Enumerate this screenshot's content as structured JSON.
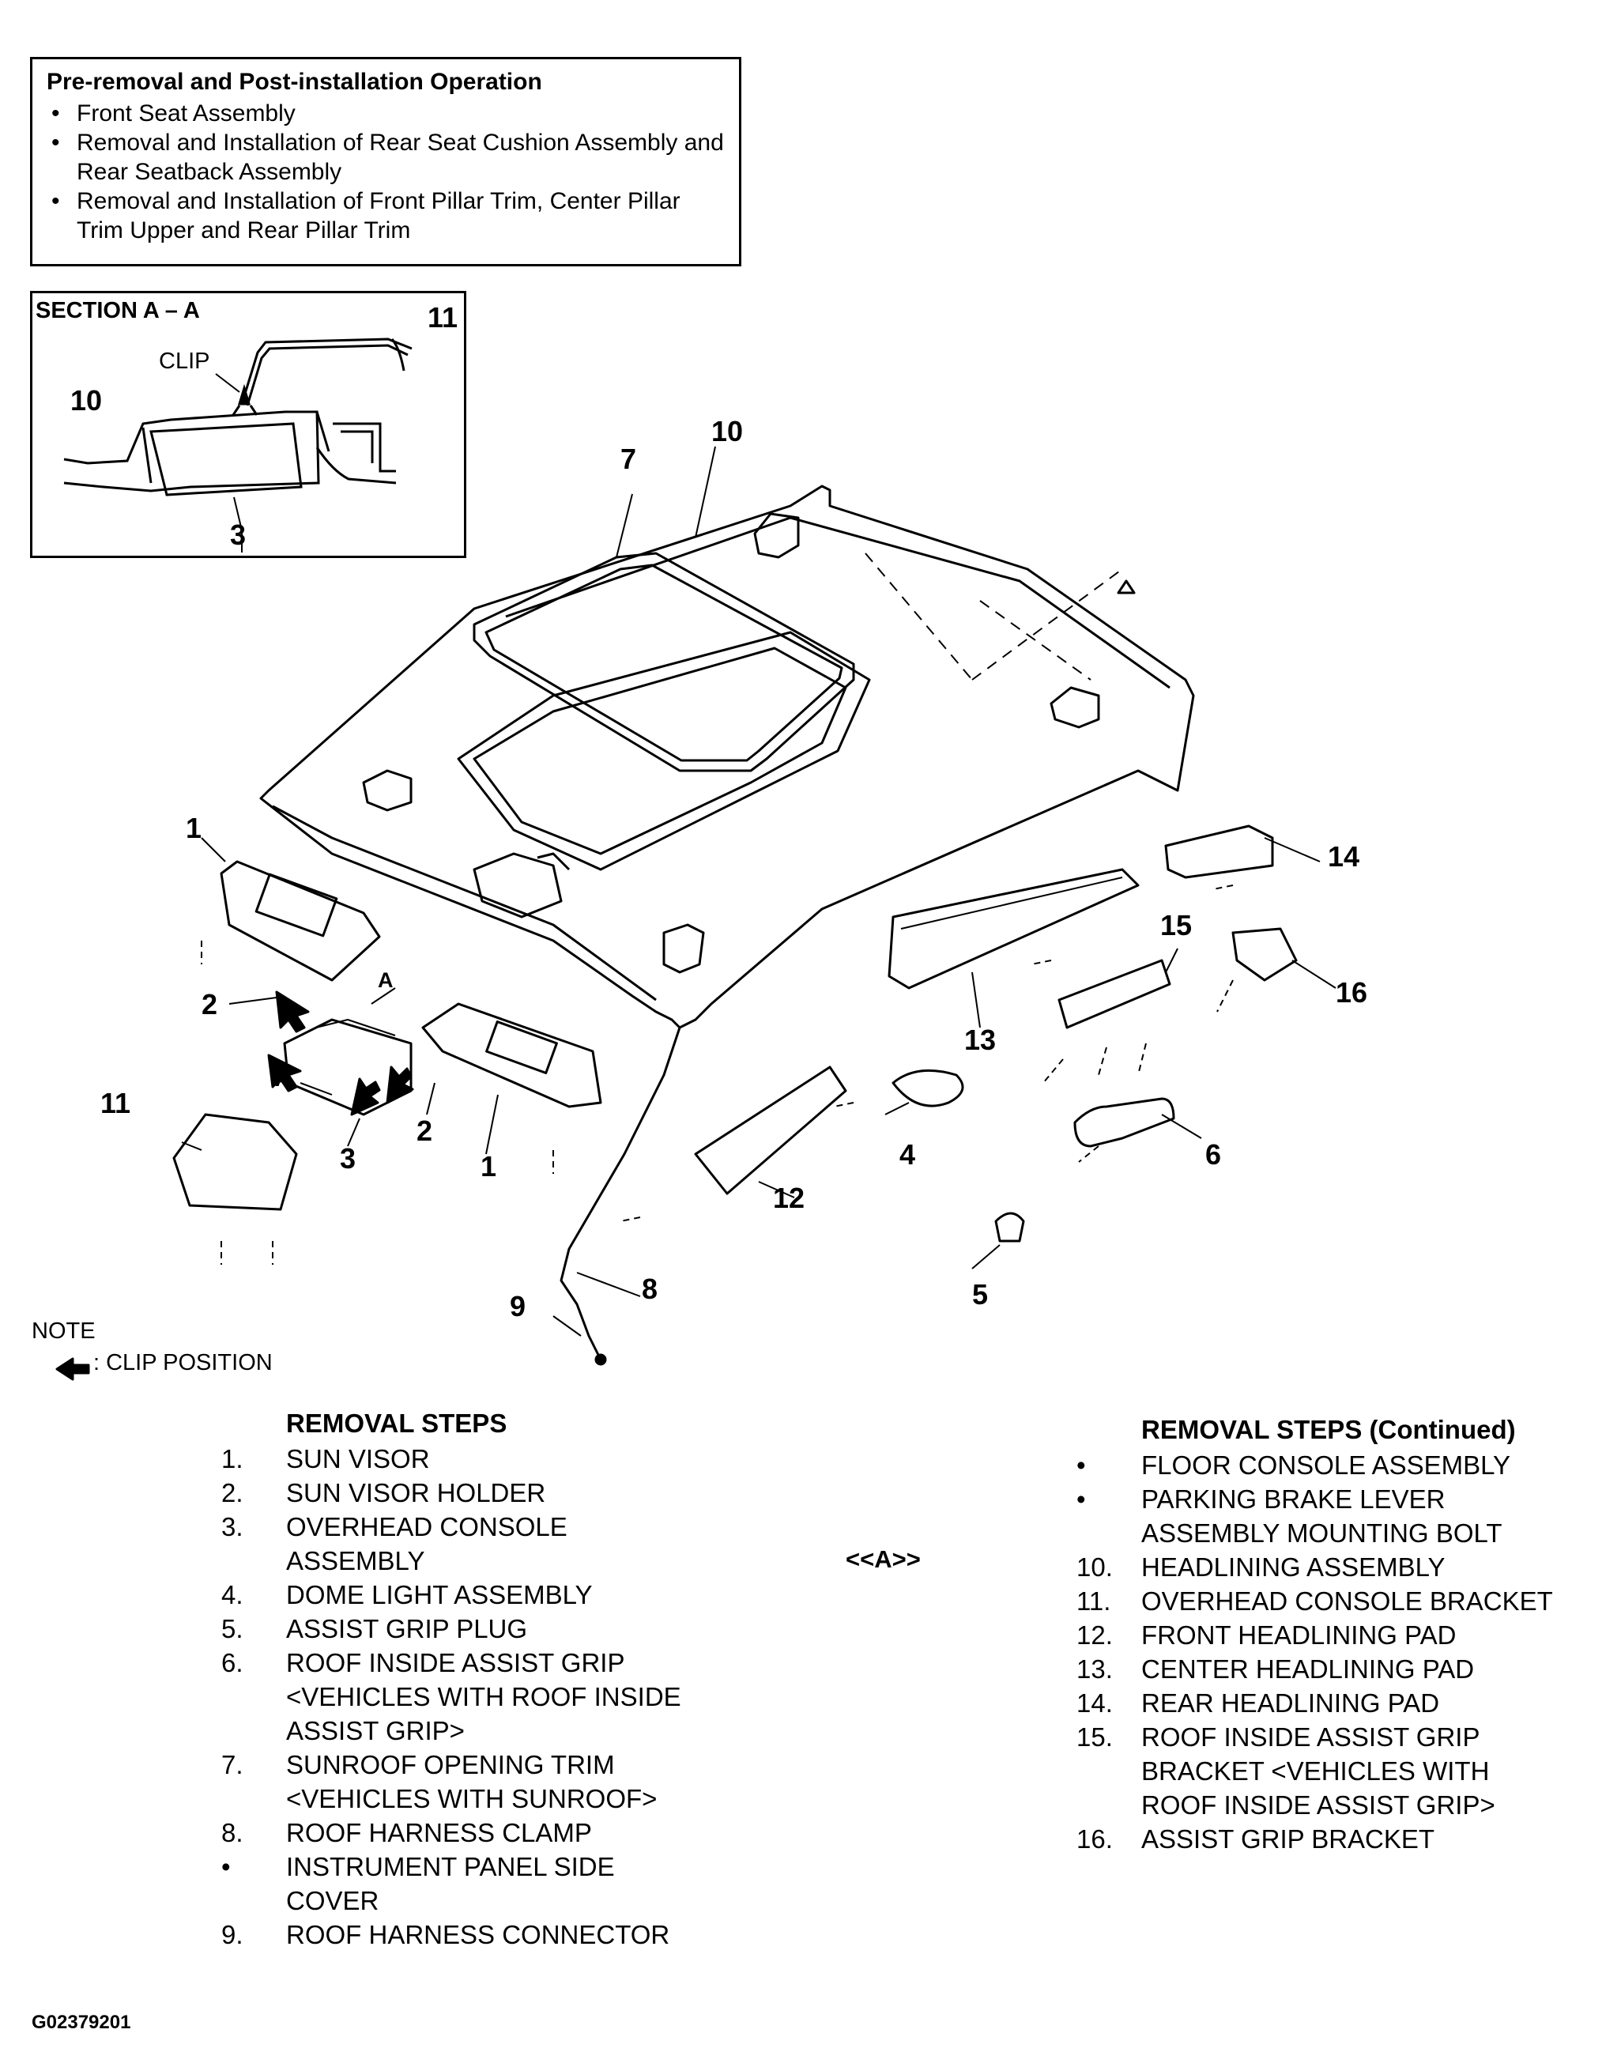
{
  "pre_removal": {
    "title": "Pre-removal and Post-installation Operation",
    "items": [
      "Front Seat Assembly",
      "Removal and Installation of Rear Seat Cushion Assembly and Rear Seatback Assembly",
      "Removal and Installation of Front Pillar Trim, Center Pillar Trim Upper and Rear Pillar Trim"
    ]
  },
  "section": {
    "title": "SECTION A – A",
    "clip_label": "CLIP",
    "callouts": [
      "11",
      "10",
      "3"
    ]
  },
  "diagram": {
    "callouts": {
      "c1a": "1",
      "c1b": "1",
      "c2a": "2",
      "c2b": "2",
      "c3": "3",
      "c4": "4",
      "c5": "5",
      "c6": "6",
      "c7": "7",
      "c8": "8",
      "c9": "9",
      "c10": "10",
      "c11": "11",
      "c12": "12",
      "c13": "13",
      "c14": "14",
      "c15": "15",
      "c16": "16",
      "a_top": "A",
      "a_bottom": "A"
    }
  },
  "note": {
    "title": "NOTE",
    "legend": ": CLIP POSITION"
  },
  "steps_left": {
    "header": "REMOVAL STEPS",
    "rows": [
      {
        "num": "1.",
        "text": "SUN VISOR"
      },
      {
        "num": "2.",
        "text": "SUN VISOR HOLDER"
      },
      {
        "num": "3.",
        "text": "OVERHEAD CONSOLE"
      },
      {
        "num": "",
        "text": "ASSEMBLY"
      },
      {
        "num": "4.",
        "text": "DOME LIGHT ASSEMBLY"
      },
      {
        "num": "5.",
        "text": "ASSIST GRIP PLUG"
      },
      {
        "num": "6.",
        "text": "ROOF INSIDE ASSIST GRIP"
      },
      {
        "num": "",
        "text": "<VEHICLES WITH ROOF INSIDE"
      },
      {
        "num": "",
        "text": "ASSIST GRIP>"
      },
      {
        "num": "7.",
        "text": "SUNROOF OPENING TRIM"
      },
      {
        "num": "",
        "text": "<VEHICLES WITH SUNROOF>"
      },
      {
        "num": "8.",
        "text": "ROOF HARNESS CLAMP"
      },
      {
        "num": "•",
        "text": "INSTRUMENT PANEL SIDE"
      },
      {
        "num": "",
        "text": "COVER"
      },
      {
        "num": "9.",
        "text": "ROOF HARNESS CONNECTOR"
      }
    ]
  },
  "steps_right": {
    "header": "REMOVAL STEPS (Continued)",
    "rows": [
      {
        "num": "•",
        "text": "FLOOR CONSOLE ASSEMBLY"
      },
      {
        "num": "•",
        "text": "PARKING BRAKE LEVER"
      },
      {
        "num": "",
        "text": "ASSEMBLY MOUNTING BOLT"
      },
      {
        "num": "10.",
        "text": "HEADLINING ASSEMBLY"
      },
      {
        "num": "11.",
        "text": "OVERHEAD CONSOLE BRACKET"
      },
      {
        "num": "12.",
        "text": "FRONT HEADLINING PAD"
      },
      {
        "num": "13.",
        "text": "CENTER HEADLINING PAD"
      },
      {
        "num": "14.",
        "text": "REAR HEADLINING PAD"
      },
      {
        "num": "15.",
        "text": "ROOF INSIDE ASSIST GRIP"
      },
      {
        "num": "",
        "text": "BRACKET <VEHICLES WITH"
      },
      {
        "num": "",
        "text": "ROOF INSIDE ASSIST GRIP>"
      },
      {
        "num": "16.",
        "text": "ASSIST GRIP BRACKET"
      }
    ]
  },
  "service_tag": "<<A>>",
  "figure_id": "G02379201"
}
